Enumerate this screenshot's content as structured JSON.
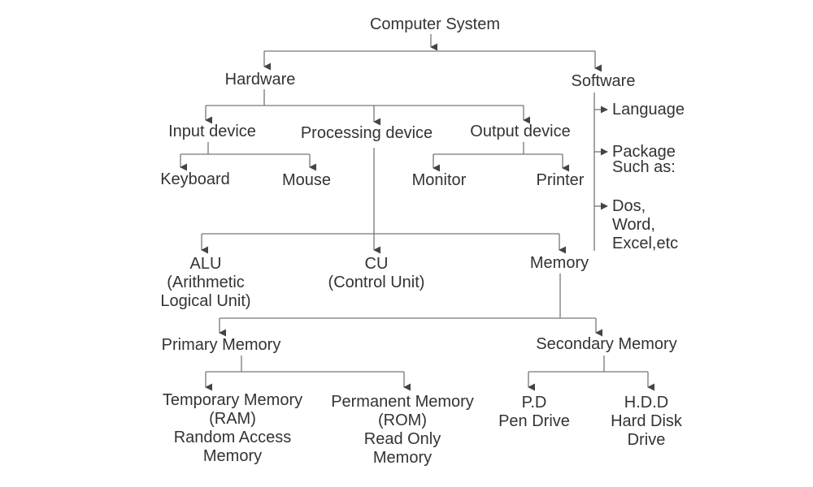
{
  "diagram": {
    "title": "Computer System",
    "line_color": "#777777",
    "text_color": "#333333",
    "nodes": {
      "root": [
        "Computer System"
      ],
      "hardware": [
        "Hardware"
      ],
      "software": [
        "Software"
      ],
      "input_device": [
        "Input device"
      ],
      "processing_device": [
        "Processing device"
      ],
      "output_device": [
        "Output device"
      ],
      "keyboard": [
        "Keyboard"
      ],
      "mouse": [
        "Mouse"
      ],
      "monitor": [
        "Monitor"
      ],
      "printer": [
        "Printer"
      ],
      "language": [
        "Language"
      ],
      "package": [
        "Package",
        "Such as:"
      ],
      "examples": [
        "Dos,",
        "Word,",
        "Excel,etc"
      ],
      "alu": [
        "ALU",
        "(Arithmetic",
        "Logical Unit)"
      ],
      "cu": [
        "CU",
        "(Control Unit)"
      ],
      "memory": [
        "Memory"
      ],
      "primary_memory": [
        "Primary Memory"
      ],
      "secondary_memory": [
        "Secondary Memory"
      ],
      "ram": [
        "Temporary Memory",
        "(RAM)",
        "Random Access",
        "Memory"
      ],
      "rom": [
        "Permanent Memory",
        "(ROM)",
        "Read Only",
        "Memory"
      ],
      "pen_drive": [
        "P.D",
        "Pen Drive"
      ],
      "hdd": [
        "H.D.D",
        "Hard Disk",
        "Drive"
      ]
    },
    "edges": [
      [
        "root",
        "hardware"
      ],
      [
        "root",
        "software"
      ],
      [
        "hardware",
        "input_device"
      ],
      [
        "hardware",
        "processing_device"
      ],
      [
        "hardware",
        "output_device"
      ],
      [
        "input_device",
        "keyboard"
      ],
      [
        "input_device",
        "mouse"
      ],
      [
        "output_device",
        "monitor"
      ],
      [
        "output_device",
        "printer"
      ],
      [
        "software",
        "language"
      ],
      [
        "software",
        "package"
      ],
      [
        "software",
        "examples"
      ],
      [
        "processing_device",
        "alu"
      ],
      [
        "processing_device",
        "cu"
      ],
      [
        "processing_device",
        "memory"
      ],
      [
        "memory",
        "primary_memory"
      ],
      [
        "memory",
        "secondary_memory"
      ],
      [
        "primary_memory",
        "ram"
      ],
      [
        "primary_memory",
        "rom"
      ],
      [
        "secondary_memory",
        "pen_drive"
      ],
      [
        "secondary_memory",
        "hdd"
      ]
    ]
  }
}
